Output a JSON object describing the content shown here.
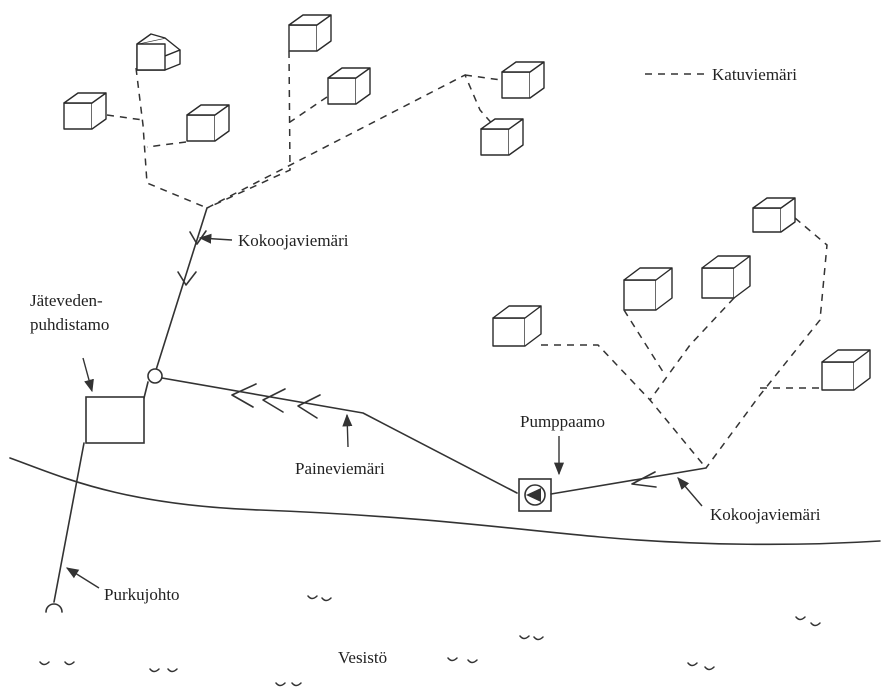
{
  "labels": {
    "legend_street_sewer": "Katuviemäri",
    "collector_sewer_top": "Kokoojaviemäri",
    "treatment_plant_line1": "Jäteveden-",
    "treatment_plant_line2": "puhdistamo",
    "pressure_sewer": "Paineviemäri",
    "pumping_station": "Pumppaamo",
    "collector_sewer_bottom": "Kokoojaviemäri",
    "outfall": "Purkujohto",
    "water_body": "Vesistö"
  },
  "colors": {
    "line": "#333333",
    "text": "#222222",
    "background": "#ffffff"
  }
}
